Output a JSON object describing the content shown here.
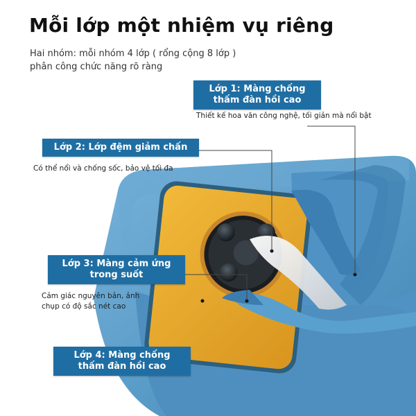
{
  "header": {
    "title": "Mỗi lớp một nhiệm vụ riêng",
    "subtitle_line1": "Hai nhóm: mỗi nhóm 4 lớp ( rổng cộng 8 lớp )",
    "subtitle_line2": "phân công chức năng rõ ràng"
  },
  "layers": [
    {
      "label_line1": "Lớp 1: Màng chống",
      "label_line2": "thấm đàn hồi cao",
      "desc_line1": "Thiết kế hoa văn công nghệ, tối giản mà nổi bật",
      "desc_line2": ""
    },
    {
      "label_line1": "Lớp 2: Lớp đệm giảm chấn",
      "label_line2": "",
      "desc_line1": "Có thể nổi và chống sốc, bảo vệ tối đa",
      "desc_line2": ""
    },
    {
      "label_line1": "Lớp 3: Màng cảm ứng",
      "label_line2": "trong suốt",
      "desc_line1": "Cảm giác nguyên bản, ảnh",
      "desc_line2": "chụp có độ sắc nét cao"
    },
    {
      "label_line1": "Lớp 4: Màng chống",
      "label_line2": "thấm đàn hồi cao",
      "desc_line1": "",
      "desc_line2": ""
    }
  ],
  "colors": {
    "label_bg": "#1f6ea3",
    "pouch": "#5b9dc9",
    "pouch_dark": "#3f7fae",
    "screen": "#e8a52c"
  }
}
